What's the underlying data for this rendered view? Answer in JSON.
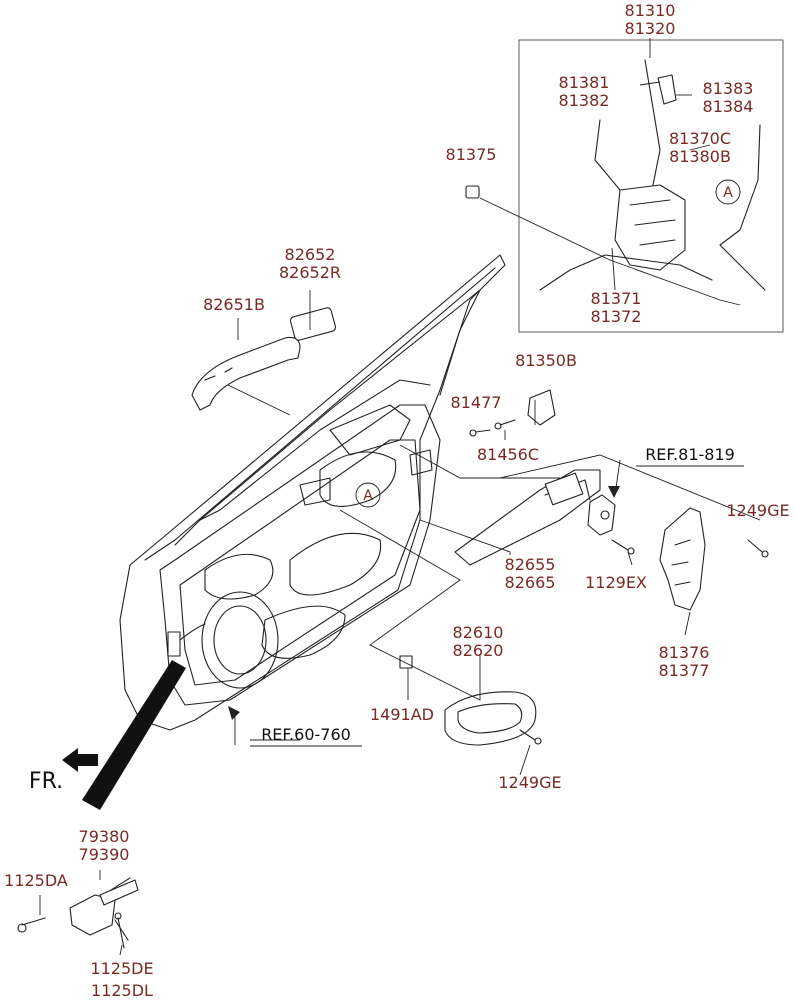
{
  "labels": {
    "p81310": "81310",
    "p81320": "81320",
    "p81381": "81381",
    "p81382": "81382",
    "p81383": "81383",
    "p81384": "81384",
    "p81370c": "81370C",
    "p81380b": "81380B",
    "p81375": "81375",
    "p81371": "81371",
    "p81372": "81372",
    "p82652": "82652",
    "p82652r": "82652R",
    "p82651b": "82651B",
    "p81350b": "81350B",
    "p81477": "81477",
    "p81456c": "81456C",
    "ref81": "REF.81-819",
    "p1249ge_a": "1249GE",
    "p82655": "82655",
    "p82665": "82665",
    "p1129ex": "1129EX",
    "p81376": "81376",
    "p81377": "81377",
    "p82610": "82610",
    "p82620": "82620",
    "p1491ad": "1491AD",
    "ref60": "REF.60-760",
    "p1249ge_b": "1249GE",
    "fr": "FR.",
    "p79380": "79380",
    "p79390": "79390",
    "p1125da": "1125DA",
    "p1125de": "1125DE",
    "p1125dl": "1125DL",
    "circle_a_top": "A",
    "circle_a_door": "A"
  },
  "colors": {
    "part_number_text": "#7a2a24",
    "reference_text": "#111111",
    "line_art": "#222222",
    "background": "#ffffff"
  }
}
